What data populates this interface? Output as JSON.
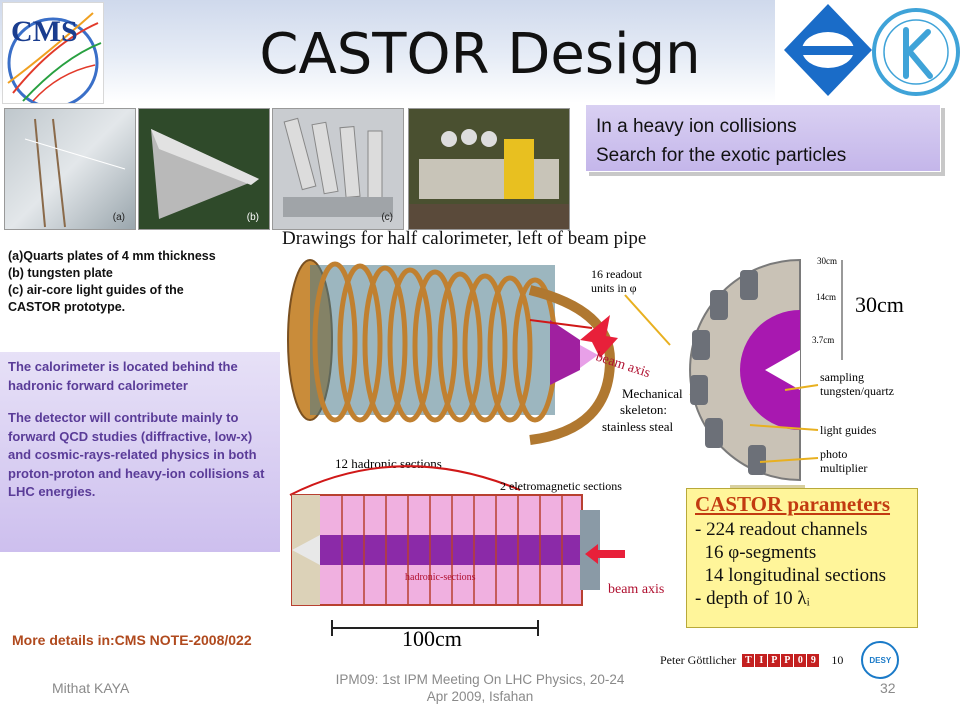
{
  "slide": {
    "title": "CASTOR Design",
    "logo_cms": "CMS",
    "callout": [
      "In a heavy ion collisions",
      "Search for the exotic particles"
    ],
    "photo_tags": [
      "(a)",
      "(b)",
      "(c)"
    ],
    "caption": [
      "(a)Quarts plates of 4 mm thickness",
      "(b) tungsten plate",
      "(c) air-core light guides of the",
      "CASTOR prototype."
    ],
    "info_paragraphs": [
      "The calorimeter is located behind the hadronic  forward  calorimeter",
      "The detector will contribute mainly to forward QCD studies (diffractive, low-x) and cosmic-rays-related physics in both proton-proton and heavy-ion collisions at LHC energies."
    ],
    "drawings_title": "Drawings for half calorimeter, left of beam pipe",
    "diagram_labels": {
      "readout_units": [
        "16 readout",
        "units in φ"
      ],
      "beam_axis": "beam axis",
      "mechanical_skeleton": [
        "Mechanical",
        "skeleton:",
        "stainless steal"
      ],
      "dim_30cm_small": "30cm",
      "dim_14cm": "14cm",
      "dim_3_7cm": "3.7cm",
      "dim_30cm_big": "30cm",
      "sampling": [
        "sampling",
        "tungsten/quartz"
      ],
      "light_guides": "light guides",
      "photo_multiplier": [
        "photo",
        "multiplier"
      ],
      "hadronic_sections": "12 hadronic sections",
      "em_sections": "2 eletromagnetic sections",
      "hadronic_sections_inner": "hadronic-sections",
      "beam_axis_lower": "beam axis",
      "length_100cm": "100cm"
    },
    "params": {
      "title": "CASTOR parameters",
      "lines": [
        "- 224 readout channels",
        "  16 φ-segments",
        "  14 longitudinal sections",
        "- depth of 10 λᵢ"
      ]
    },
    "more_details": "More details in:CMS NOTE-2008/022",
    "credit": {
      "name": "Peter Göttlicher",
      "tipp": [
        "T",
        "I",
        "P",
        "P",
        "0",
        "9"
      ],
      "number": "10",
      "desy": "DESY"
    },
    "footer": {
      "author": "Mithat KAYA",
      "event": "IPM09: 1st IPM Meeting On LHC Physics, 20-24 Apr 2009, Isfahan",
      "page": "32"
    }
  }
}
